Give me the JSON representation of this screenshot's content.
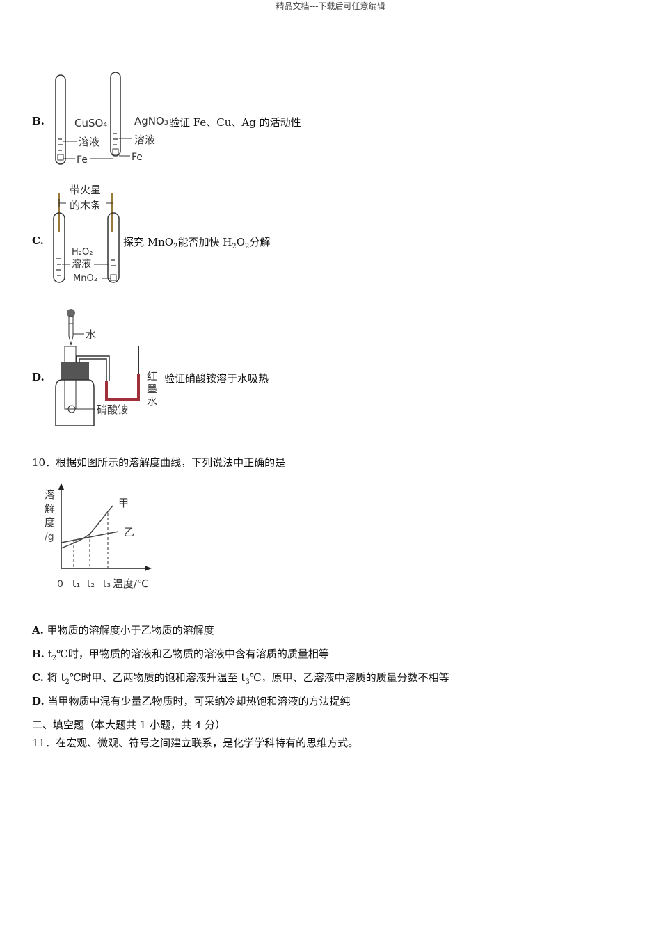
{
  "header": {
    "text": "精品文档---下载后可任意编辑"
  },
  "options_q9": [
    {
      "label": "B.",
      "text": "验证 Fe、Cu、Ag 的活动性",
      "figure": {
        "left_tube": {
          "solution": "CuSO4",
          "solution_label": "溶液",
          "metal": "Fe"
        },
        "right_tube": {
          "solution": "AgNO3",
          "solution_label": "溶液",
          "metal": "Fe"
        }
      }
    },
    {
      "label": "C.",
      "text_prefix": "探究 MnO",
      "text_mid": "能否加快 H",
      "text_mid2": "O",
      "text_suffix": "分解",
      "figure": {
        "stick_label_1": "带火星",
        "stick_label_2": "的木条",
        "solution_1": "H2O2",
        "solution_2": "溶液",
        "catalyst": "MnO2"
      }
    },
    {
      "label": "D.",
      "text": "验证硝酸铵溶于水吸热",
      "figure": {
        "dropper_label": "水",
        "ink_label": [
          "红",
          "墨",
          "水"
        ],
        "solid_label": "硝酸铵"
      }
    }
  ],
  "question10": {
    "number": "10．",
    "stem": "根据如图所示的溶解度曲线，下列说法中正确的是",
    "options": [
      {
        "label": "A.",
        "text": "甲物质的溶解度小于乙物质的溶解度"
      },
      {
        "label": "B.",
        "pre": "t",
        "sub": "2",
        "text": "℃时，甲物质的溶液和乙物质的溶液中含有溶质的质量相等"
      },
      {
        "label": "C.",
        "pre": "将 t",
        "sub": "2",
        "mid": "℃时甲、乙两物质的饱和溶液升温至 t",
        "sub2": "3",
        "text": "℃，原甲、乙溶液中溶质的质量分数不相等"
      },
      {
        "label": "D.",
        "text": "当甲物质中混有少量乙物质时，可采纳冷却热饱和溶液的方法提纯"
      }
    ]
  },
  "section2": {
    "title": "二、填空题（本大题共 1 小题，共 4 分）"
  },
  "question11": {
    "number": "11．",
    "text": "在宏观、微观、符号之间建立联系，是化学学科特有的思维方式。"
  },
  "chart_data": {
    "type": "line",
    "title": "",
    "xlabel": "温度/℃",
    "ylabel": "溶解度/g",
    "x_ticks": [
      "0",
      "t1",
      "t2",
      "t3"
    ],
    "series": [
      {
        "name": "甲",
        "shape": "curve rising steeply",
        "values_relative": [
          0.25,
          0.4,
          0.62,
          1.0
        ]
      },
      {
        "name": "乙",
        "shape": "nearly linear, slow rise",
        "values_relative": [
          0.46,
          0.54,
          0.62,
          0.72
        ]
      }
    ],
    "annotations": [
      "dashed vertical lines at t1, t2, t3",
      "curves intersect at t2"
    ],
    "grid": false,
    "legend": "inline labels at curve ends"
  }
}
